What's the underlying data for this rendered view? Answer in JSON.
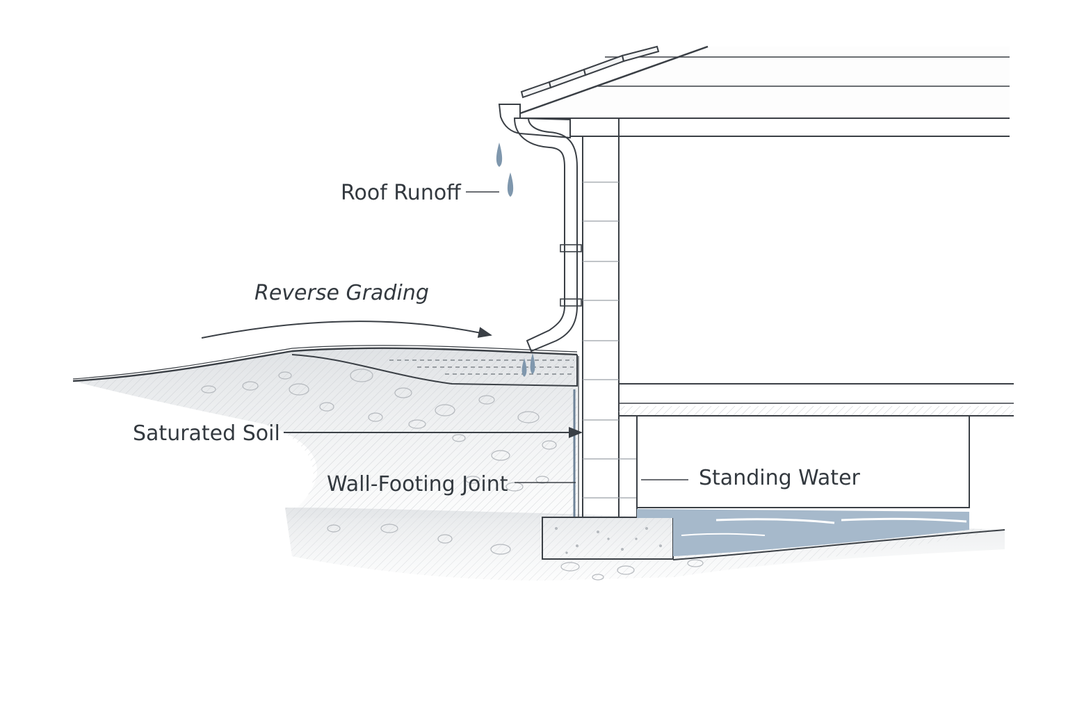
{
  "labels": {
    "roof_runoff": "Roof Runoff",
    "reverse_grading": "Reverse Grading",
    "saturated_soil": "Saturated Soil",
    "wall_footing_joint": "Wall-Footing Joint",
    "standing_water": "Standing Water"
  },
  "colors": {
    "ink": "#3a3f45",
    "water": "#9fb3c6",
    "drop": "#7f97ad",
    "soil": "#e4e6e8"
  }
}
